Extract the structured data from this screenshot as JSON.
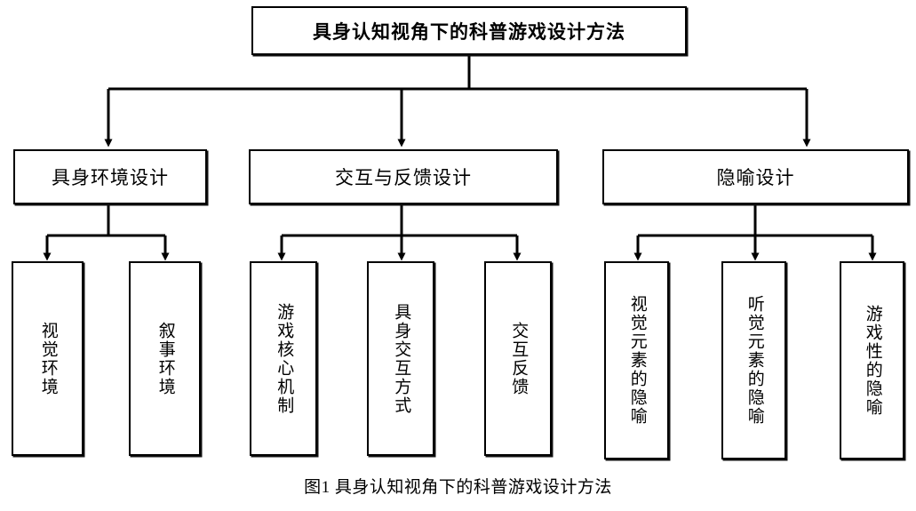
{
  "figure": {
    "caption": "图1 具身认知视角下的科普游戏设计方法",
    "title": "具身认知视角下的科普游戏设计方法",
    "line_color": "#000000",
    "box_fill": "#ffffff",
    "background": "#ffffff"
  },
  "diagram": {
    "type": "tree",
    "root": {
      "label": "具身认知视角下的科普游戏设计方法"
    },
    "branches": [
      {
        "label": "具身环境设计",
        "leaves": [
          {
            "label": "视觉环境"
          },
          {
            "label": "叙事环境"
          }
        ]
      },
      {
        "label": "交互与反馈设计",
        "leaves": [
          {
            "label": "游戏核心机制"
          },
          {
            "label": "具身交互方式"
          },
          {
            "label": "交互反馈"
          }
        ]
      },
      {
        "label": "隐喻设计",
        "leaves": [
          {
            "label": "视觉元素的隐喻"
          },
          {
            "label": "听觉元素的隐喻"
          },
          {
            "label": "游戏性的隐喻"
          }
        ]
      }
    ]
  }
}
